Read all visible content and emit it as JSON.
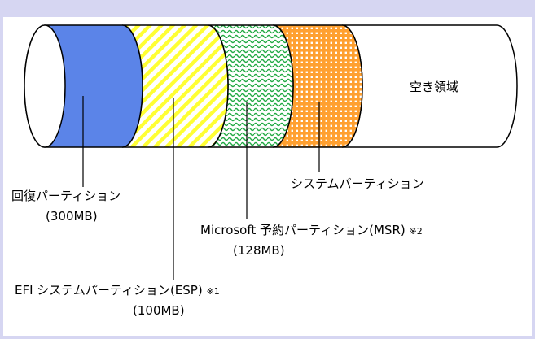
{
  "diagram": {
    "free_space_label": "空き領域",
    "partitions": [
      {
        "id": "recovery",
        "name": "回復パーティション",
        "size": "(300MB)",
        "note": "",
        "fill": "#5b84e8"
      },
      {
        "id": "esp",
        "name": "EFI システムパーティション(ESP)",
        "size": "(100MB)",
        "note": "※1",
        "fill": "#ffff33"
      },
      {
        "id": "msr",
        "name": "Microsoft 予約パーティション(MSR)",
        "size": "(128MB)",
        "note": "※2",
        "fill": "#22aa44"
      },
      {
        "id": "system",
        "name": "システムパーティション",
        "size": "",
        "note": "",
        "fill": "#ffa030"
      }
    ]
  }
}
